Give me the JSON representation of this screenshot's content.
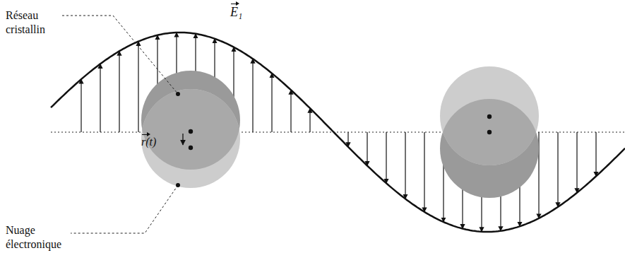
{
  "diagram": {
    "labels": [
      "Réseau cristallin",
      "E₁",
      "r(t)",
      "Nuage électronique"
    ]
  }
}
